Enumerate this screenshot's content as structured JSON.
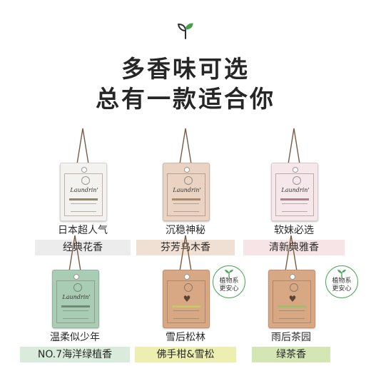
{
  "header": {
    "icon": "sprout-icon",
    "line1": "多香味可选",
    "line2": "总有一款适合你"
  },
  "brand_label": "Laundrin'",
  "products": [
    {
      "name": "日本超人气",
      "scent": "经典花香",
      "tag_color": "#f4f2ee",
      "bar_color": "#8e8a6c",
      "scent_bg": "#ececec"
    },
    {
      "name": "沉稳神秘",
      "scent": "芬芳乌木香",
      "tag_color": "#ead3c2",
      "bar_color": "#a88a6c",
      "scent_bg": "#f0dfd3"
    },
    {
      "name": "软妹必选",
      "scent": "清新典雅香",
      "tag_color": "#f6e8ea",
      "bar_color": "#a8848a",
      "scent_bg": "#f6e4e7"
    },
    {
      "name": "温柔似少年",
      "scent": "NO.7海洋绿植香",
      "tag_color": "#a9ccb4",
      "bar_color": "#6f8a74",
      "scent_bg": "#d9ecdc"
    },
    {
      "name": "雪后松林",
      "scent": "佛手柑&雪松",
      "tag_color": "#d8a885",
      "bar_color": "#c6c868",
      "scent_bg": "#ecefb0"
    },
    {
      "name": "雨后茶园",
      "scent": "绿茶香",
      "tag_color": "#d8a885",
      "bar_color": "#9fbf6a",
      "scent_bg": "#d3e6b4"
    }
  ],
  "badge": {
    "icon": "leaf-icon",
    "line1": "植物系",
    "line2": "更安心",
    "color": "#4aa65a"
  }
}
